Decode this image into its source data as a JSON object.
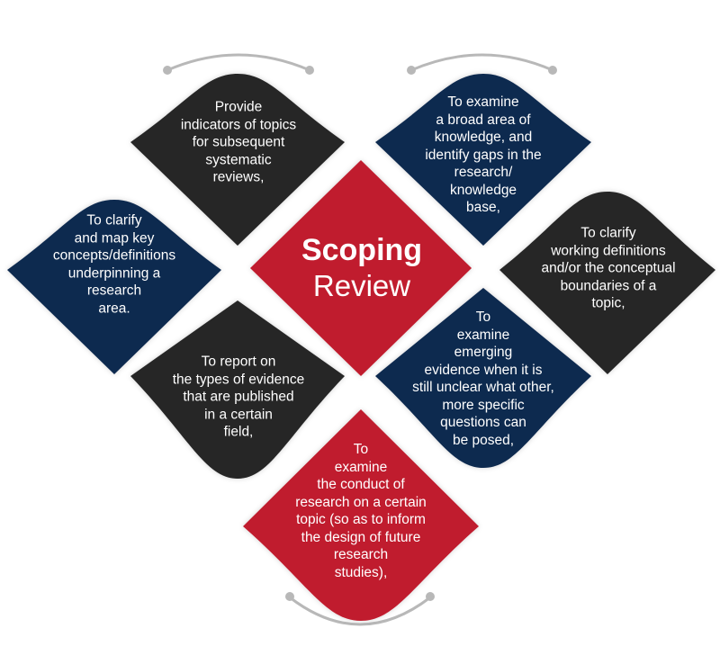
{
  "colors": {
    "dark": "#262626",
    "navy": "#10294f",
    "red": "#c01f2f",
    "arc": "#b5b5b5"
  },
  "center": {
    "title": "Scoping",
    "subtitle": "Review"
  },
  "items": [
    {
      "id": "top-left",
      "lines": [
        "Provide",
        "indicators of topics",
        "for subsequent",
        "systematic",
        "reviews,"
      ]
    },
    {
      "id": "top-right",
      "lines": [
        "To examine",
        "a broad area of",
        "knowledge, and",
        "identify gaps in the",
        "research/",
        "knowledge",
        "base,"
      ]
    },
    {
      "id": "left",
      "lines": [
        "To clarify",
        "and map key",
        "concepts/definitions",
        "underpinning a",
        "research",
        "area."
      ]
    },
    {
      "id": "right",
      "lines": [
        "To clarify",
        "working definitions",
        "and/or the conceptual",
        "boundaries of a",
        "topic,"
      ]
    },
    {
      "id": "bottom-left",
      "lines": [
        "To report on",
        "the types of evidence",
        "that are published",
        "in a certain",
        "field,"
      ]
    },
    {
      "id": "bottom-right",
      "lines": [
        "To",
        "examine",
        "emerging",
        "evidence when it is",
        "still unclear what other,",
        "more specific",
        "questions can",
        "be posed,"
      ]
    },
    {
      "id": "bottom",
      "lines": [
        "To",
        "examine",
        "the conduct of",
        "research on a certain",
        "topic (so as to inform",
        "the design of future",
        "research",
        "studies),"
      ]
    }
  ]
}
